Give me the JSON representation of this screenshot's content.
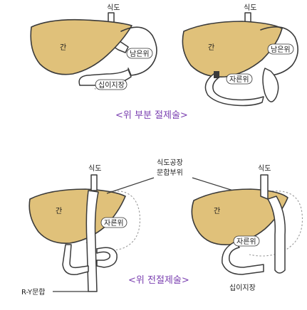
{
  "colors": {
    "liver": "#e0c17a",
    "caption": "#7a3fb0",
    "outline": "#3a3a3a"
  },
  "captions": {
    "partial": "<위 부분 절제술>",
    "total": "<위 전절제술>"
  },
  "labels": {
    "tl_esophagus": "식도",
    "tl_liver": "간",
    "tl_remnant": "남은위",
    "tl_duodenum": "십이지장",
    "tr_esophagus": "식도",
    "tr_liver": "간",
    "tr_remnant": "남은위",
    "tr_cut": "자른위",
    "bl_esophagus": "식도",
    "bl_liver": "간",
    "bl_cut": "자른위",
    "bl_ry": "R-Y문합",
    "anastomosis_line1": "식도공장",
    "anastomosis_line2": "문합부위",
    "br_esophagus": "식도",
    "br_liver": "간",
    "br_cut": "자른위",
    "br_duodenum": "십이지장"
  }
}
